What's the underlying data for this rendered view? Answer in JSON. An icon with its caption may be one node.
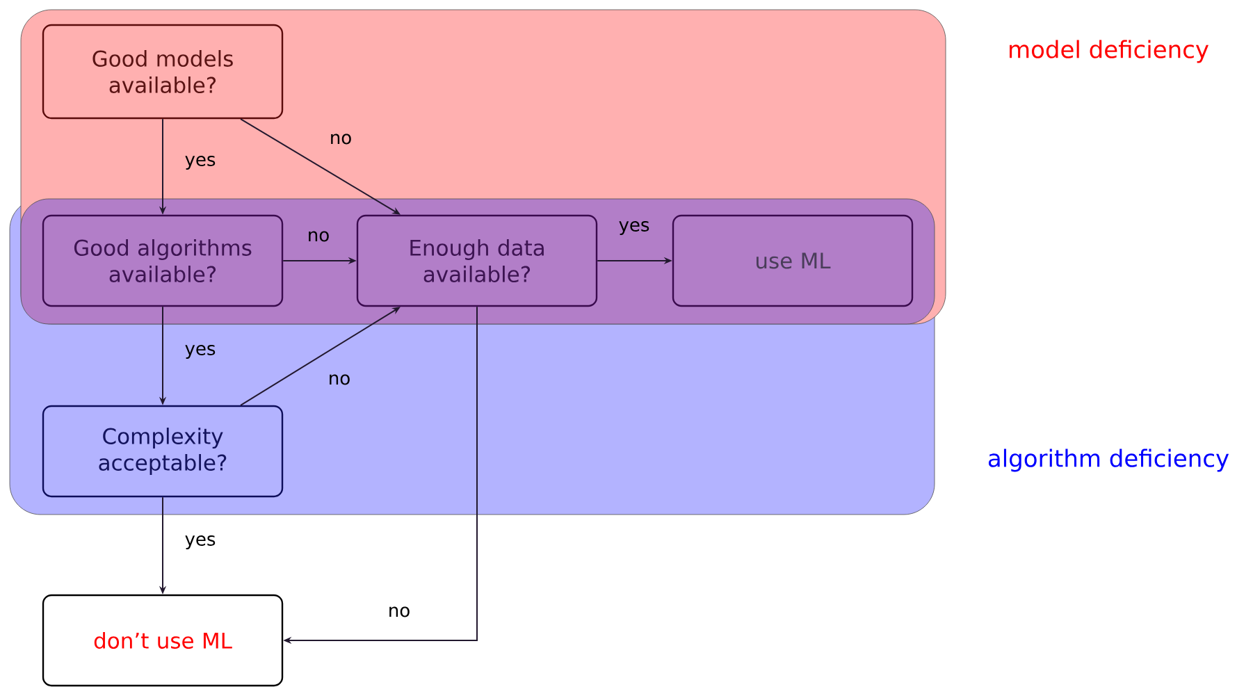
{
  "diagram": {
    "nodes": [
      {
        "text": [
          "model deficiency"
        ]
      },
      {
        "text": [
          "Good models available?"
        ],
        "in": 0
      },
      {
        "text": [
          "algorithm deficiency"
        ]
      },
      {
        "text": [
          "Good algorithms available?"
        ]
      },
      {
        "text": [
          "Enough data available?"
        ]
      },
      {
        "text": [
          "use ML"
        ]
      },
      {
        "text": [
          "Complexity acceptable?"
        ],
        "in": 2
      },
      {
        "text": [
          "don’t use ML"
        ]
      }
    ],
    "edges": [
      {
        "from": 1,
        "to": 3,
        "arrow": "to",
        "label": "yes"
      },
      {
        "from": 1,
        "to": 4,
        "arrow": "to",
        "label": "no"
      },
      {
        "from": 3,
        "to": 4,
        "arrow": "to",
        "label": "no"
      },
      {
        "from": 4,
        "to": 5,
        "arrow": "to",
        "label": "yes"
      },
      {
        "from": 3,
        "to": 6,
        "arrow": "to",
        "label": "yes"
      },
      {
        "from": 6,
        "to": 4,
        "arrow": "to",
        "label": "no"
      },
      {
        "from": 6,
        "to": 7,
        "arrow": "to",
        "label": "yes"
      },
      {
        "from": 4,
        "to": 7,
        "arrow": "to",
        "label": "no"
      }
    ]
  }
}
